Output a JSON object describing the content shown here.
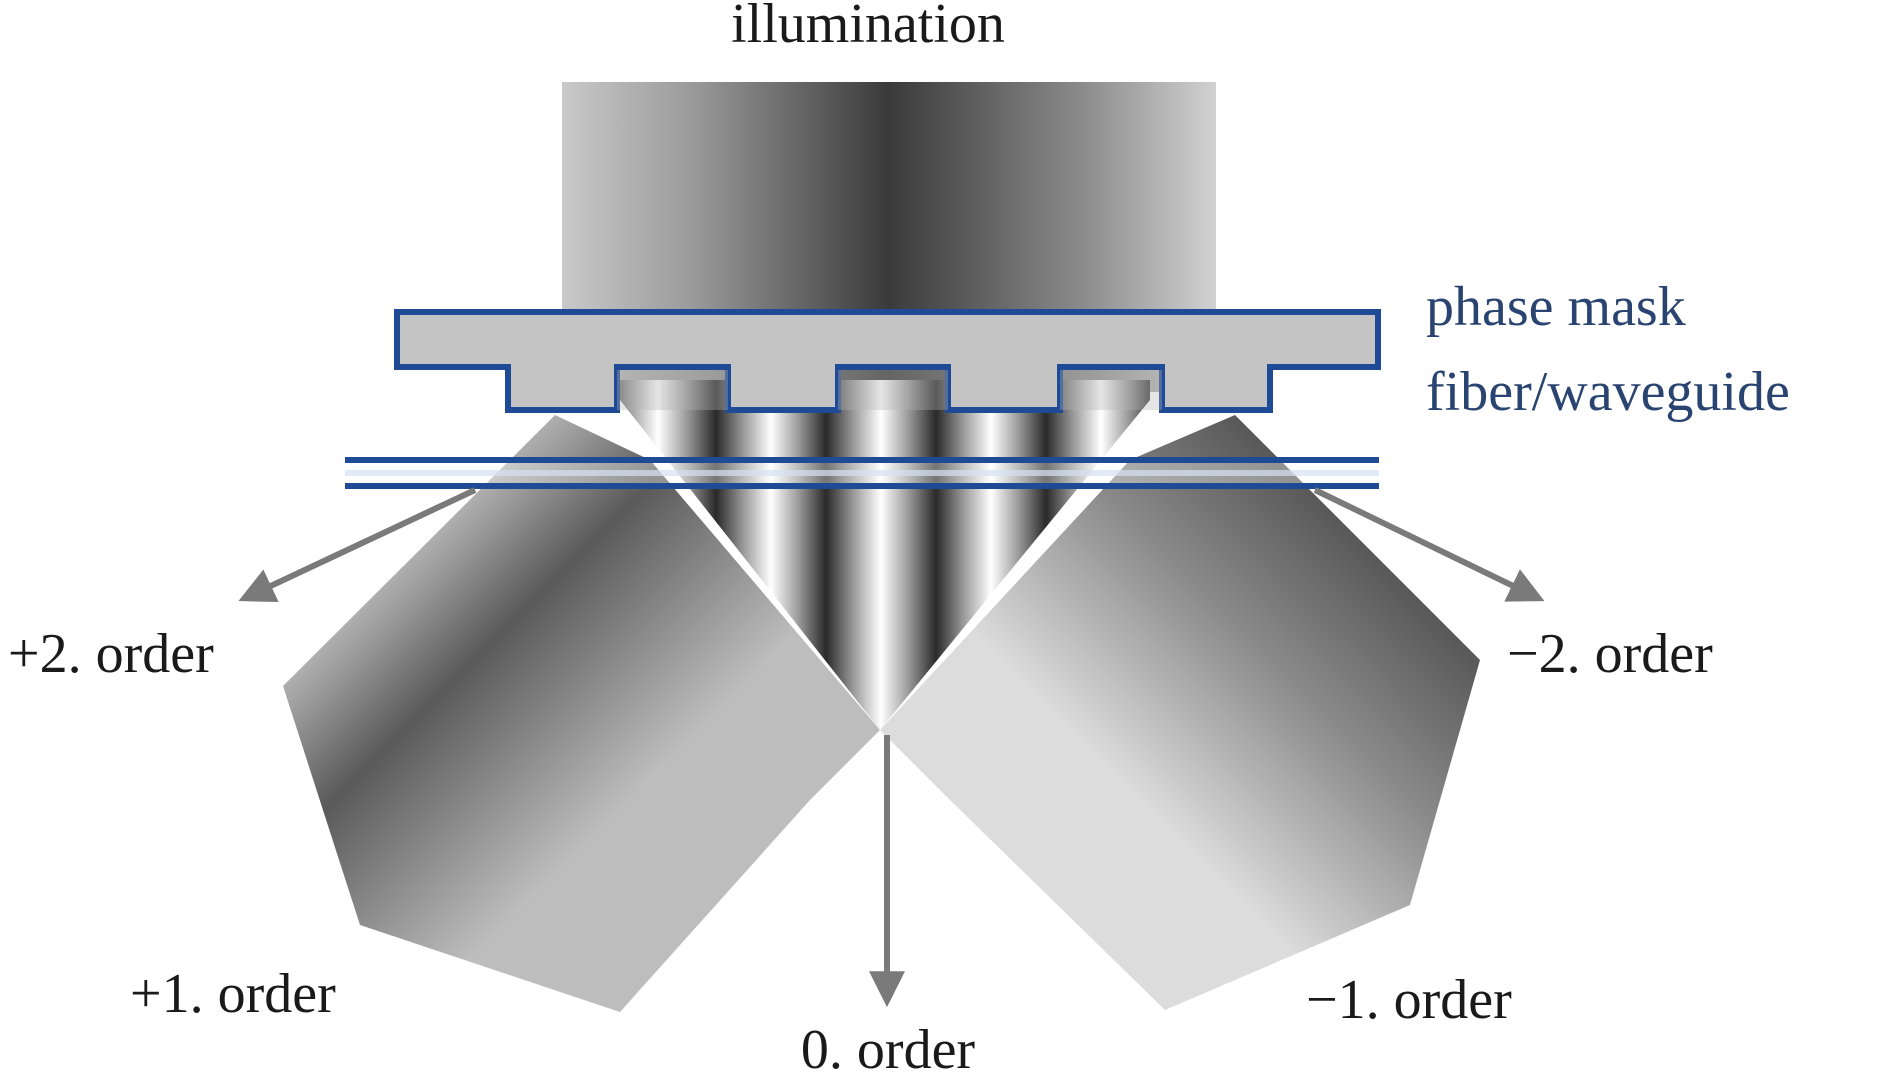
{
  "labels": {
    "illumination": "illumination",
    "phase_mask": "phase mask",
    "fiber_waveguide": "fiber/waveguide",
    "plus2": "+2. order",
    "minus2": "−2. order",
    "plus1": "+1. order",
    "minus1": "−1. order",
    "zero": "0. order"
  },
  "colors": {
    "outline_blue": "#1f4a96",
    "label_blue": "#2a4472",
    "label_black": "#1a1a1a",
    "arrow_gray": "#7a7a7a",
    "mask_fill": "#c4c4c4"
  }
}
